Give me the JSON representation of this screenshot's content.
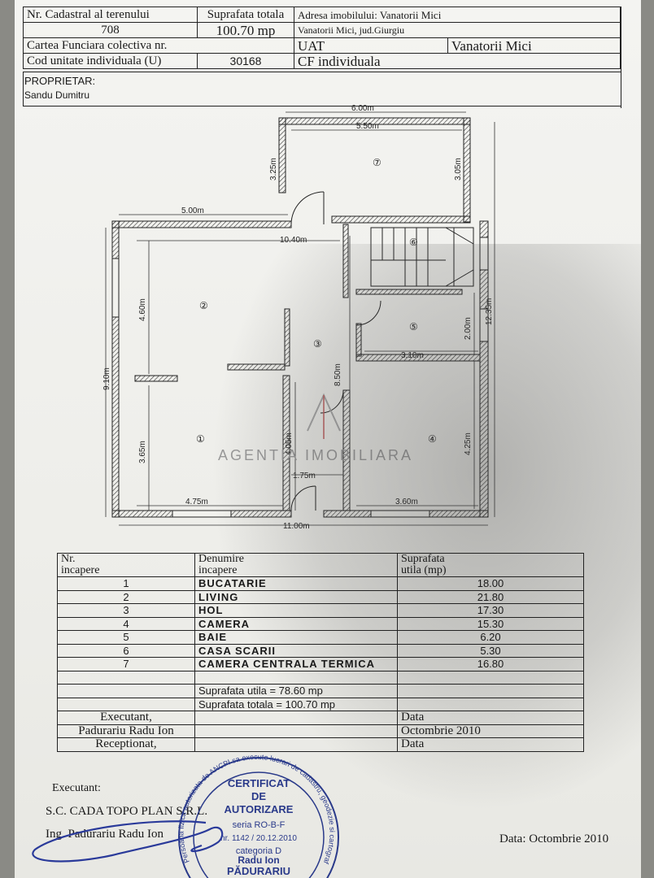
{
  "header": {
    "nr_cadastral_label": "Nr. Cadastral al terenului",
    "nr_cadastral_value": "708",
    "suprafata_label": "Suprafata totala",
    "suprafata_value": "100.70 mp",
    "adresa_label": "Adresa imobilului: Vanatorii Mici",
    "adresa_value": "Vanatorii Mici, jud.Giurgiu",
    "carte_label": "Cartea Funciara colectiva nr.",
    "uat_label": "UAT",
    "uat_value": "Vanatorii Mici",
    "cod_label": "Cod unitate individuala (U)",
    "cod_value": "30168",
    "cf_label": "CF individuala",
    "proprietar_label": "PROPRIETAR:",
    "proprietar_value": "Sandu Dumitru"
  },
  "plan": {
    "dims": {
      "top_outer": "6.00m",
      "top_inner": "5.50m",
      "left_small": "3.25m",
      "right_small": "3.05m",
      "upper_left": "5.00m",
      "mid": "10.40m",
      "left_tall": "9.10m",
      "living_h": "4.60m",
      "hall_h": "8.50m",
      "right_tall": "12.35m",
      "bath_h": "2.00m",
      "bath_w": "3.10m",
      "kitchen_h": "3.65m",
      "kitchen_h2": "4.05m",
      "room_h": "4.25m",
      "door_w": "1.75m",
      "kitchen_w": "4.75m",
      "room_w": "3.60m",
      "total_w": "11.00m"
    },
    "room_marks": [
      "①",
      "②",
      "③",
      "④",
      "⑤",
      "⑥",
      "⑦"
    ],
    "watermark": "AGENTIA IMOBILIARA"
  },
  "table": {
    "head": {
      "nr_1": "Nr.",
      "nr_2": "incapere",
      "den_1": "Denumire",
      "den_2": "incapere",
      "sup_1": "Suprafata",
      "sup_2": "utila (mp)"
    },
    "rows": [
      {
        "nr": "1",
        "name": "BUCATARIE",
        "area": "18.00"
      },
      {
        "nr": "2",
        "name": "LIVING",
        "area": "21.80"
      },
      {
        "nr": "3",
        "name": "HOL",
        "area": "17.30"
      },
      {
        "nr": "4",
        "name": "CAMERA",
        "area": "15.30"
      },
      {
        "nr": "5",
        "name": "BAIE",
        "area": "6.20"
      },
      {
        "nr": "6",
        "name": "CASA SCARII",
        "area": "5.30"
      },
      {
        "nr": "7",
        "name": "CAMERA CENTRALA TERMICA",
        "area": "16.80"
      }
    ],
    "utila": "Suprafata utila = 78.60 mp",
    "totala": "Suprafata totala = 100.70 mp",
    "executant_label": "Executant,",
    "executant_name": "Padurariu Radu Ion",
    "receptionat_label": "Receptionat,",
    "data_label": "Data",
    "data_value": "Octombrie 2010",
    "data_label2": "Data"
  },
  "footer": {
    "executant": "Executant:",
    "company": "S.C. CADA TOPO PLAN S.R.L.",
    "engineer": "Ing. Padurariu Radu Ion",
    "date": "Data: Octombrie 2010"
  },
  "stamp": {
    "arc_text": "Persoana fizica autorizata de ANCPI sa execute lucrari de cadastru, geodezie si cartografie",
    "line1": "CERTIFICAT",
    "line2": "DE",
    "line3": "AUTORIZARE",
    "line4": "seria RO-B-F",
    "line5": "nr. 1142 / 20.12.2010",
    "line6": "categoria D",
    "line7": "Radu   Ion",
    "line8": "PĂDURARIU"
  }
}
